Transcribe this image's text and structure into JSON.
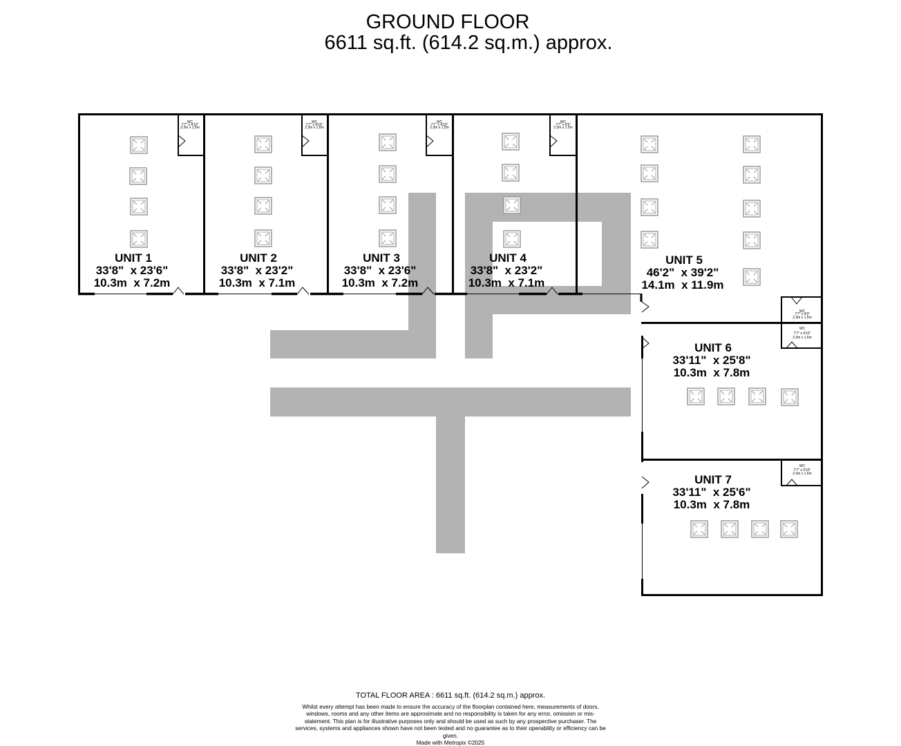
{
  "title": {
    "floor": "GROUND FLOOR",
    "area": "6611 sq.ft. (614.2 sq.m.) approx."
  },
  "units": [
    {
      "name": "UNIT 1",
      "imperial": "33'8\"  x 23'6\"",
      "metric": "10.3m  x 7.2m"
    },
    {
      "name": "UNIT 2",
      "imperial": "33'8\"  x 23'2\"",
      "metric": "10.3m  x 7.1m"
    },
    {
      "name": "UNIT 3",
      "imperial": "33'8\"  x 23'6\"",
      "metric": "10.3m  x 7.2m"
    },
    {
      "name": "UNIT 4",
      "imperial": "33'8\"  x 23'2\"",
      "metric": "10.3m  x 7.1m"
    },
    {
      "name": "UNIT 5",
      "imperial": "46'2\"  x 39'2\"",
      "metric": "14.1m  x 11.9m"
    },
    {
      "name": "UNIT 6",
      "imperial": "33'11\"  x 25'8\"",
      "metric": "10.3m  x 7.8m"
    },
    {
      "name": "UNIT 7",
      "imperial": "33'11\"  x 25'6\"",
      "metric": "10.3m  x 7.8m"
    }
  ],
  "wcs": [
    {
      "name": "WC",
      "imperial": "7'7\" x 4'10\"",
      "metric": "2.3m x 1.5m"
    },
    {
      "name": "WC",
      "imperial": "7'7\" x 4'10\"",
      "metric": "2.3m x 1.5m"
    },
    {
      "name": "WC",
      "imperial": "7'7\" x 4'10\"",
      "metric": "2.3m x 1.5m"
    },
    {
      "name": "WC",
      "imperial": "7'7\" x 4'9\"",
      "metric": "2.3m x 1.5m"
    },
    {
      "name": "WC",
      "imperial": "7'7\" x 4'9\"",
      "metric": "2.3m x 1.5m"
    },
    {
      "name": "WC",
      "imperial": "7'7\" x 4'10\"",
      "metric": "2.3m x 1.5m"
    },
    {
      "name": "WC",
      "imperial": "7'7\" x 4'10\"",
      "metric": "2.3m x 1.5m"
    }
  ],
  "footer": {
    "total": "TOTAL FLOOR AREA : 6611 sq.ft. (614.2 sq.m.) approx.",
    "disclaimer": "Whilst every attempt has been made to ensure the accuracy of the floorplan contained here, measurements of doors, windows, rooms and any other items are approximate and no responsibility is taken for any error, omission or mis-statement. This plan is for illustrative purposes only and should be used as such by any prospective purchaser. The services, systems and appliances shown have not been tested and no guarantee as to their operability or efficiency can be given.",
    "credit": "Made with Metropix ©2025"
  },
  "colors": {
    "walls": "#000000",
    "corridor": "#b3b3b3",
    "light": "#999999"
  }
}
